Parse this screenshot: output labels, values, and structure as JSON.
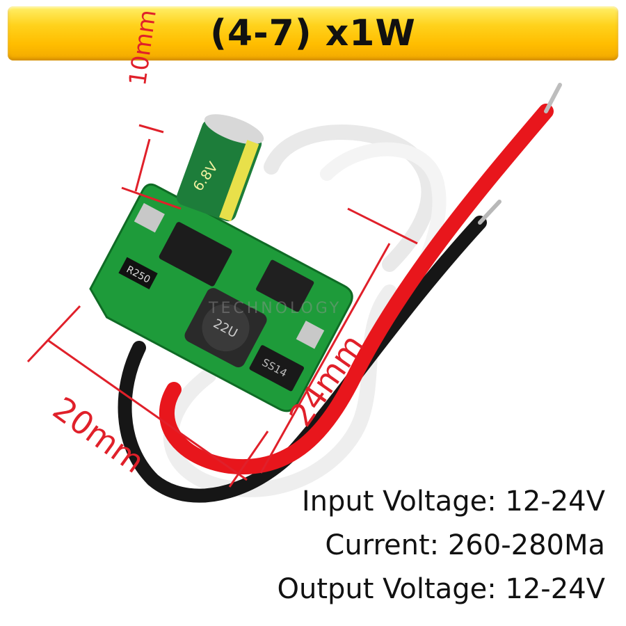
{
  "title": "(4-7) x1W",
  "dimensions": {
    "height": "10mm",
    "width": "20mm",
    "length": "24mm"
  },
  "specs": [
    "Input Voltage: 12-24V",
    "Current: 260-280Ma",
    "Output Voltage: 12-24V"
  ],
  "components": {
    "capacitor_label": "6.8V",
    "inductor_label": "22U",
    "chip_label": "SS14",
    "resistor_label": "R250",
    "watermark": "TECHNOLOGY"
  },
  "colors": {
    "banner": "#ffc400",
    "pcb": "#1e9b3a",
    "dimension_lines": "#e0202a",
    "red_wire": "#e8161c",
    "black_wire": "#141414",
    "white_wire": "#f2f2f2"
  }
}
